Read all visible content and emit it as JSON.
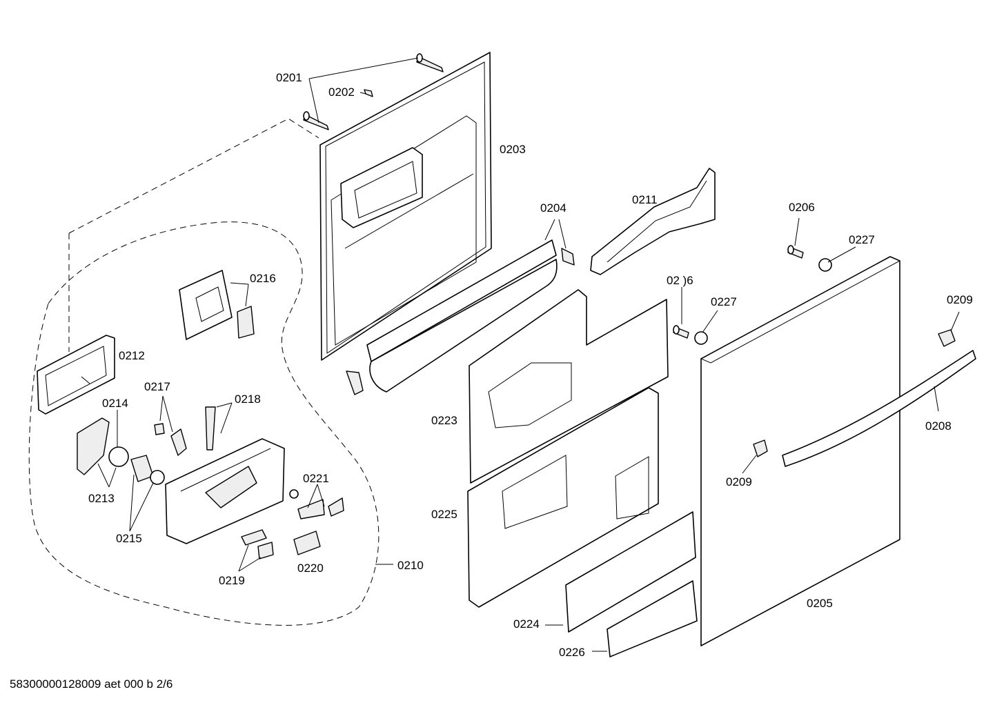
{
  "drawing": {
    "footer": "58300000128009 aet 000 b 2/6",
    "callouts": [
      {
        "id": "c0201",
        "text": "0201"
      },
      {
        "id": "c0202",
        "text": "0202"
      },
      {
        "id": "c0203",
        "text": "0203"
      },
      {
        "id": "c0204",
        "text": "0204"
      },
      {
        "id": "c0211",
        "text": "0211"
      },
      {
        "id": "c0206a",
        "text": "0206"
      },
      {
        "id": "c0227a",
        "text": "0227"
      },
      {
        "id": "c0206b",
        "text": "02 )6"
      },
      {
        "id": "c0227b",
        "text": "0227"
      },
      {
        "id": "c0209a",
        "text": "0209"
      },
      {
        "id": "c0216",
        "text": "0216"
      },
      {
        "id": "c0212",
        "text": "0212"
      },
      {
        "id": "c0217",
        "text": "0217"
      },
      {
        "id": "c0214",
        "text": "0214"
      },
      {
        "id": "c0218",
        "text": "0218"
      },
      {
        "id": "c0213",
        "text": "0213"
      },
      {
        "id": "c0215",
        "text": "0215"
      },
      {
        "id": "c0221",
        "text": "0221"
      },
      {
        "id": "c0219",
        "text": "0219"
      },
      {
        "id": "c0220",
        "text": "0220"
      },
      {
        "id": "c0210",
        "text": "0210"
      },
      {
        "id": "c0223",
        "text": "0223"
      },
      {
        "id": "c0225",
        "text": "0225"
      },
      {
        "id": "c0224",
        "text": "0224"
      },
      {
        "id": "c0226",
        "text": "0226"
      },
      {
        "id": "c0205",
        "text": "0205"
      },
      {
        "id": "c0208",
        "text": "0208"
      },
      {
        "id": "c0209b",
        "text": "0209"
      }
    ]
  }
}
